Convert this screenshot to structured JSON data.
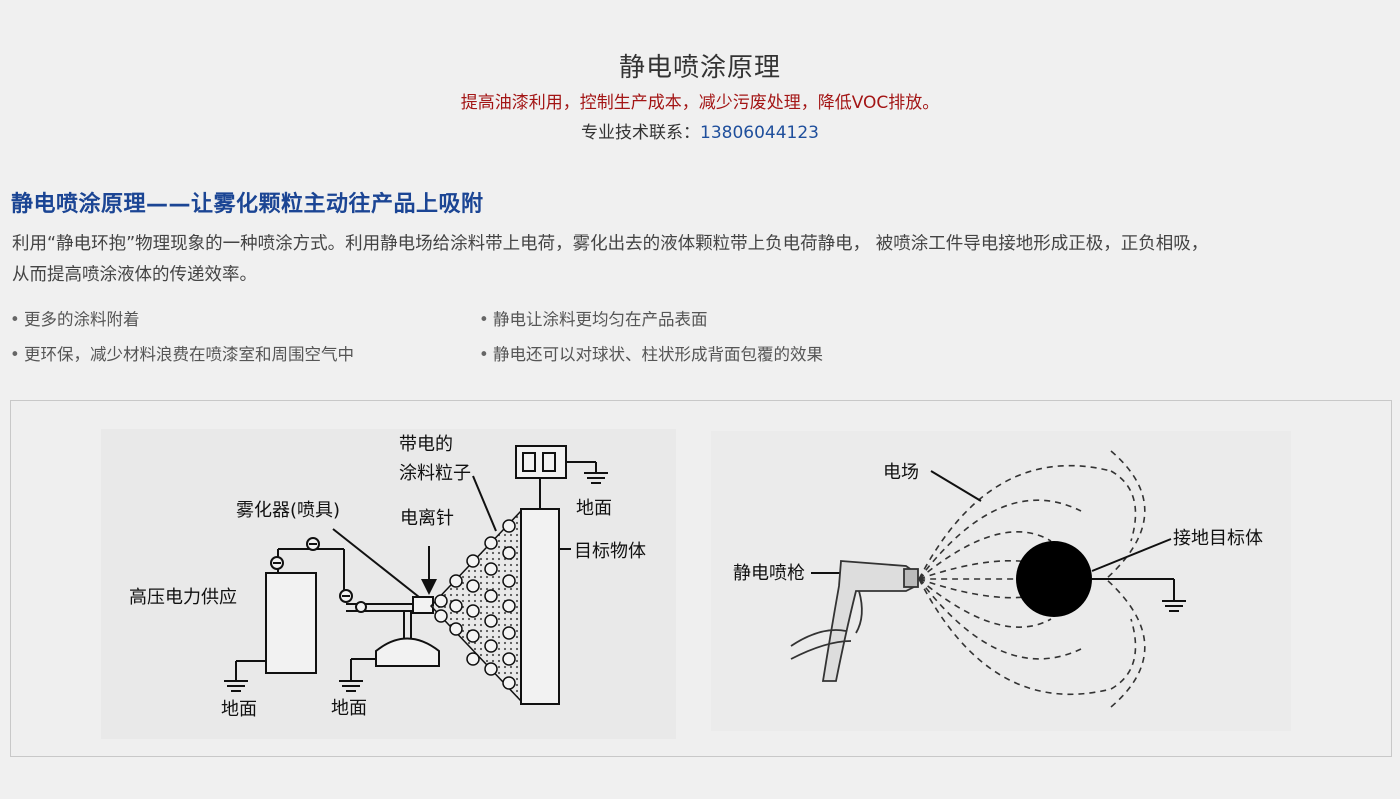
{
  "header": {
    "title": "静电喷涂原理",
    "subtitle": "提高油漆利用，控制生产成本，减少污废处理，降低VOC排放。",
    "contact_label": "专业技术联系：",
    "contact_phone": "13806044123"
  },
  "section": {
    "title": "静电喷涂原理——让雾化颗粒主动往产品上吸附",
    "description_line1": "利用“静电环抱”物理现象的一种喷涂方式。利用静电场给涂料带上电荷，雾化出去的液体颗粒带上负电荷静电， 被喷涂工件导电接地形成正极，正负相吸，",
    "description_line2": "从而提高喷涂液体的传递效率。"
  },
  "bullets": {
    "col1": [
      "更多的涂料附着",
      "更环保，减少材料浪费在喷漆室和周围空气中"
    ],
    "col2": [
      "静电让涂料更均匀在产品表面",
      "静电还可以对球状、柱状形成背面包覆的效果"
    ]
  },
  "diagram_left": {
    "label_charged_1": "带电的",
    "label_charged_2": "涂料粒子",
    "label_ground_top": "地面",
    "label_atomizer": "雾化器(喷具)",
    "label_needle": "电离针",
    "label_target": "目标物体",
    "label_hv": "高压电力供应",
    "label_ground_1": "地面",
    "label_ground_2": "地面"
  },
  "diagram_right": {
    "label_field": "电场",
    "label_gun": "静电喷枪",
    "label_target": "接地目标体"
  }
}
